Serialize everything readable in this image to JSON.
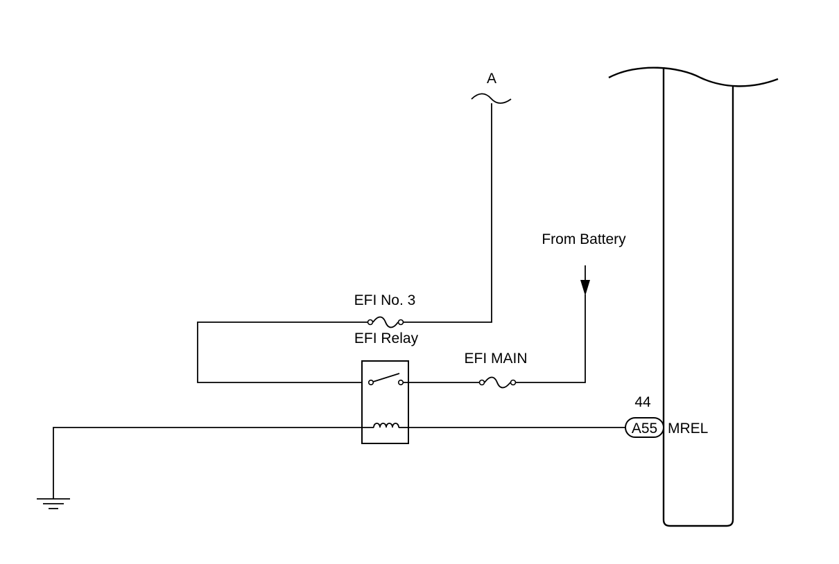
{
  "labels": {
    "connection_point": "A",
    "battery_source": "From Battery",
    "fuse_efi_no3": "EFI No. 3",
    "relay": "EFI Relay",
    "fuse_efi_main": "EFI MAIN",
    "pin_number": "44",
    "connector_id": "A55",
    "terminal_name": "MREL"
  }
}
